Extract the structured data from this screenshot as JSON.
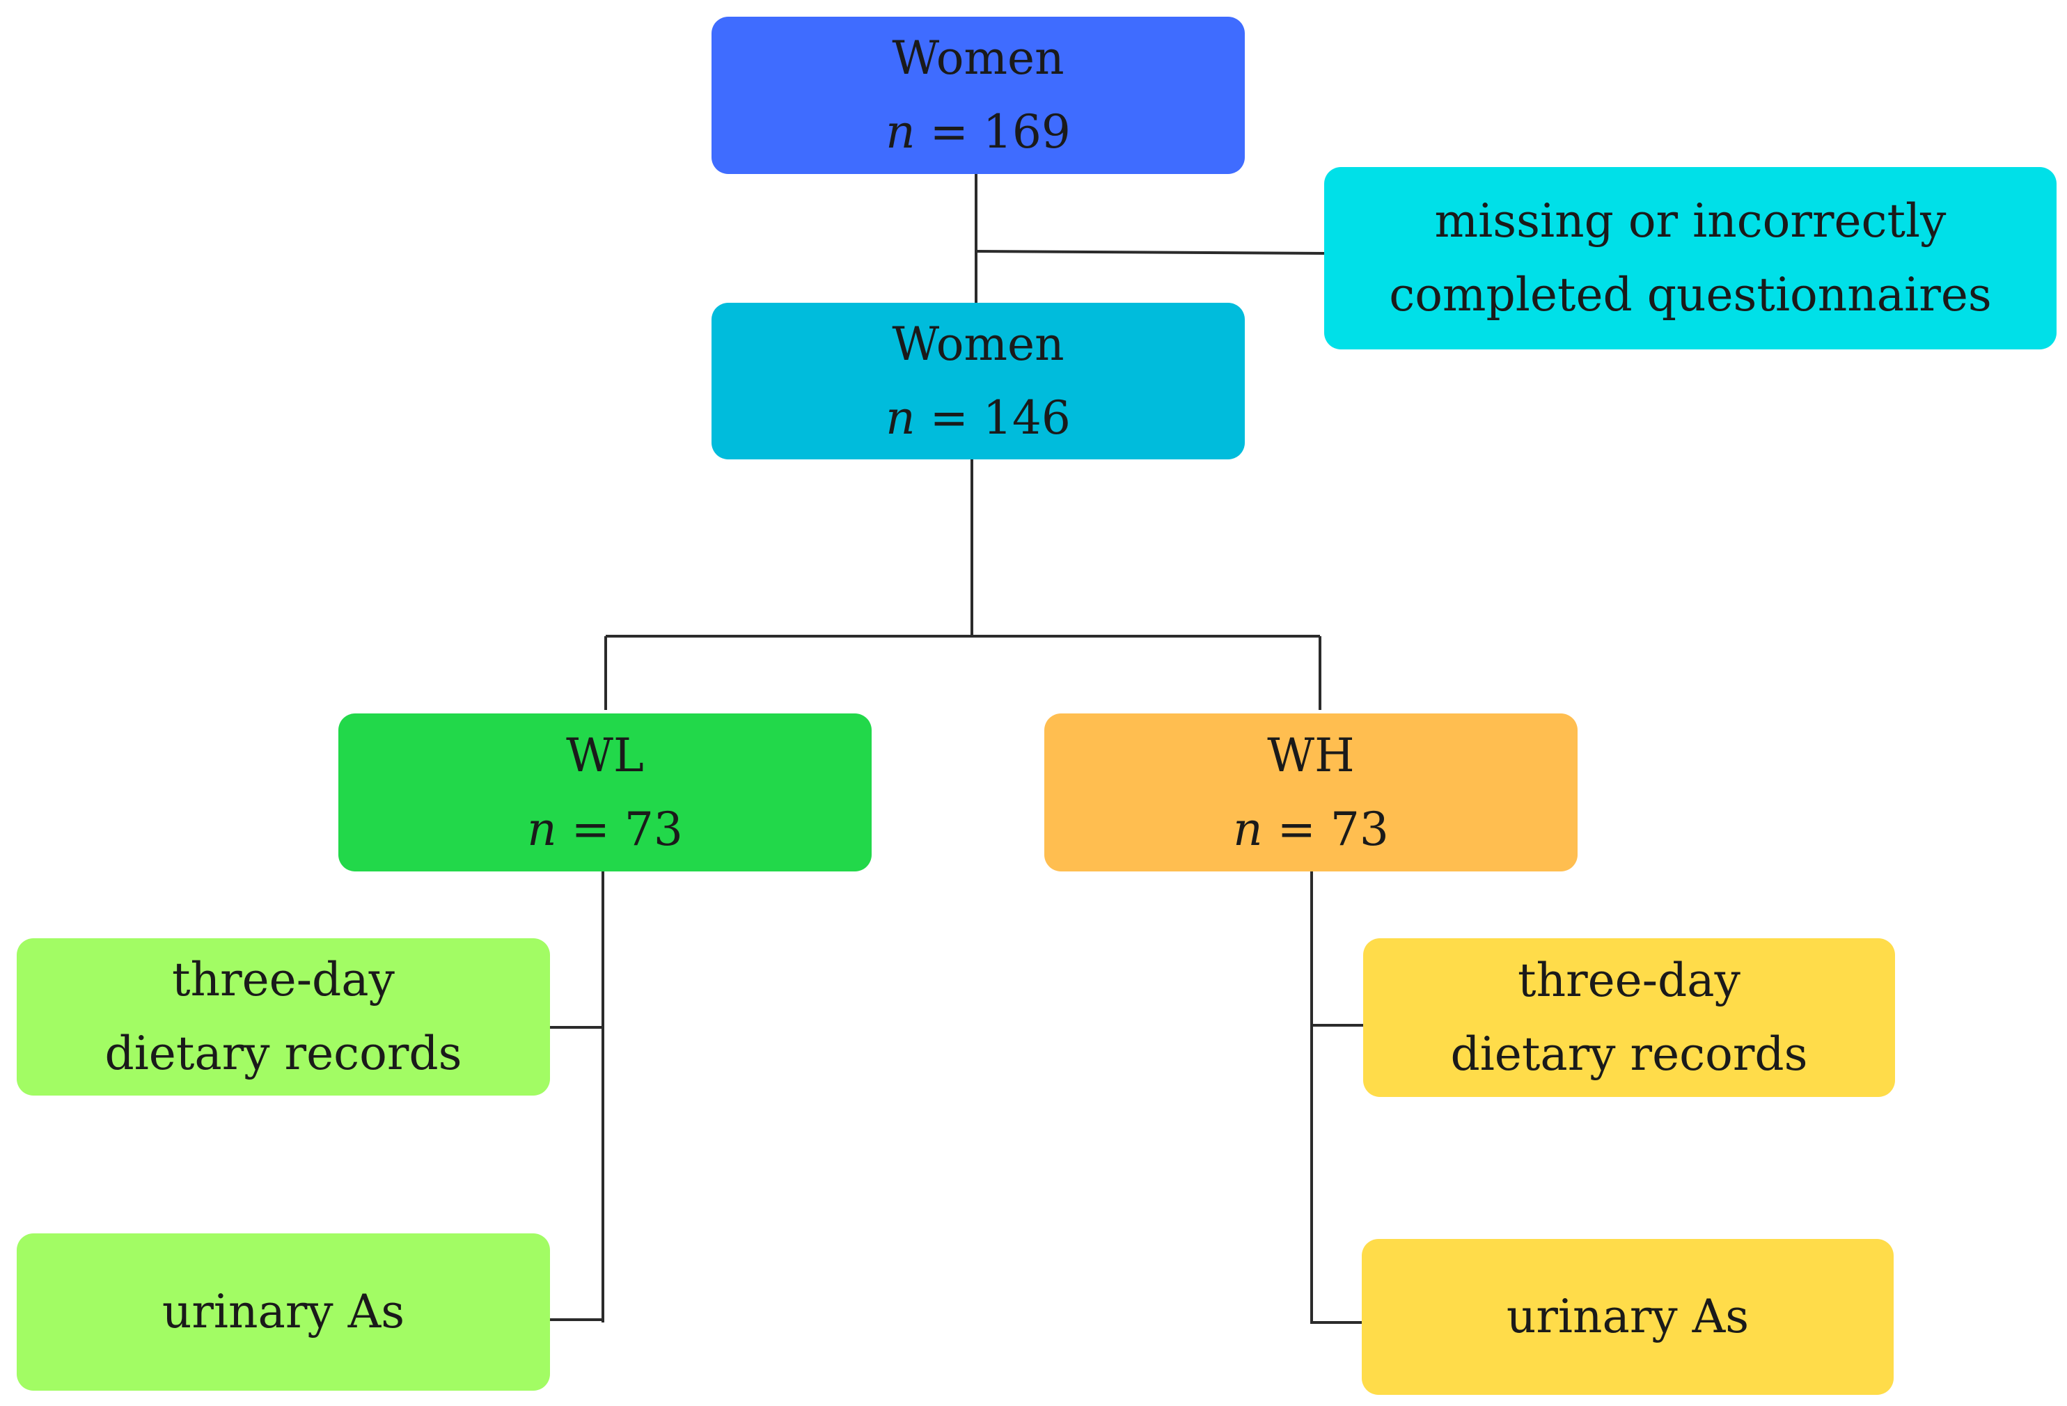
{
  "nodes": {
    "root": {
      "title": "Women",
      "n_label": "n",
      "n_value": "= 169",
      "color": "#3f6cff"
    },
    "excluded": {
      "line1": "missing or incorrectly",
      "line2": "completed questionnaires",
      "color": "#00e0e8"
    },
    "included": {
      "title": "Women",
      "n_label": "n",
      "n_value": "= 146",
      "color": "#00bcdc"
    },
    "wl": {
      "title": "WL",
      "n_label": "n",
      "n_value": "= 73",
      "color": "#22d84a"
    },
    "wh": {
      "title": "WH",
      "n_label": "n",
      "n_value": "= 73",
      "color": "#ffbe50"
    },
    "wl_diet": {
      "line1": "three-day",
      "line2": "dietary records",
      "color": "#a2fc64"
    },
    "wl_urine": {
      "line1": "urinary As",
      "color": "#a2fc64"
    },
    "wh_diet": {
      "line1": "three-day",
      "line2": "dietary records",
      "color": "#ffdc4a"
    },
    "wh_urine": {
      "line1": "urinary As",
      "color": "#ffdc4a"
    }
  }
}
